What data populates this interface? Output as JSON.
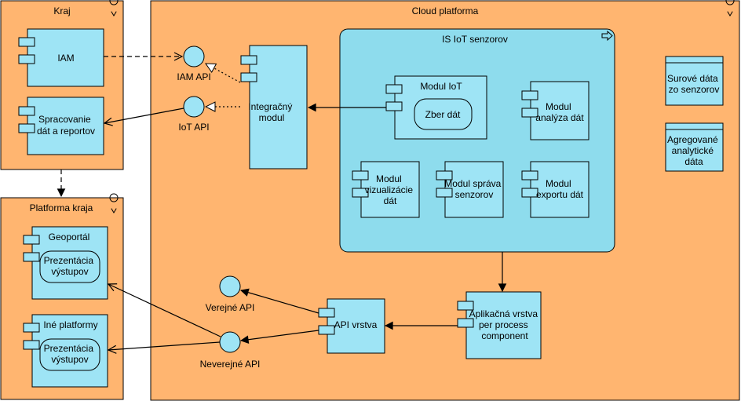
{
  "locations": {
    "kraj": "Kraj",
    "cloud": "Cloud platforma",
    "platforma_kraja": "Platforma kraja"
  },
  "iot_system": {
    "title": "IS IoT senzorov"
  },
  "components": {
    "iam": "IAM",
    "spracovanie": [
      "Spracovanie",
      "dát a reportov"
    ],
    "integracny": [
      "Integračný",
      "modul"
    ],
    "modul_iot": "Modul IoT",
    "zber": "Zber dát",
    "analyza": [
      "Modul",
      "analýza dát"
    ],
    "vizualizacia": [
      "Modul",
      "vizualizácie",
      "dát"
    ],
    "sprava": [
      "Modul správa",
      "senzorov"
    ],
    "export": [
      "Modul",
      "exportu dát"
    ],
    "geoportal": "Geoportál",
    "prezentacia_1": [
      "Prezentácia",
      "výstupov"
    ],
    "ine_platformy": "Iné platformy",
    "prezentacia_2": [
      "Prezentácia",
      "výstupov"
    ],
    "api_vrstva": "API vrstva",
    "aplikacna": [
      "Aplikačná vrstva",
      "per process",
      "component"
    ]
  },
  "interfaces": {
    "iam_api": "IAM API",
    "iot_api": "IoT API",
    "verejne_api": "Verejné API",
    "neverejne_api": "Neverejné API"
  },
  "data_objects": {
    "surove": [
      "Surové dáta",
      "zo senzorov"
    ],
    "agregovane": [
      "Agregované",
      "analytické",
      "dáta"
    ]
  },
  "colors": {
    "location_fill": "#ffb570",
    "component_fill": "#9ee4f5",
    "system_fill": "#8edced",
    "line": "#000000"
  }
}
